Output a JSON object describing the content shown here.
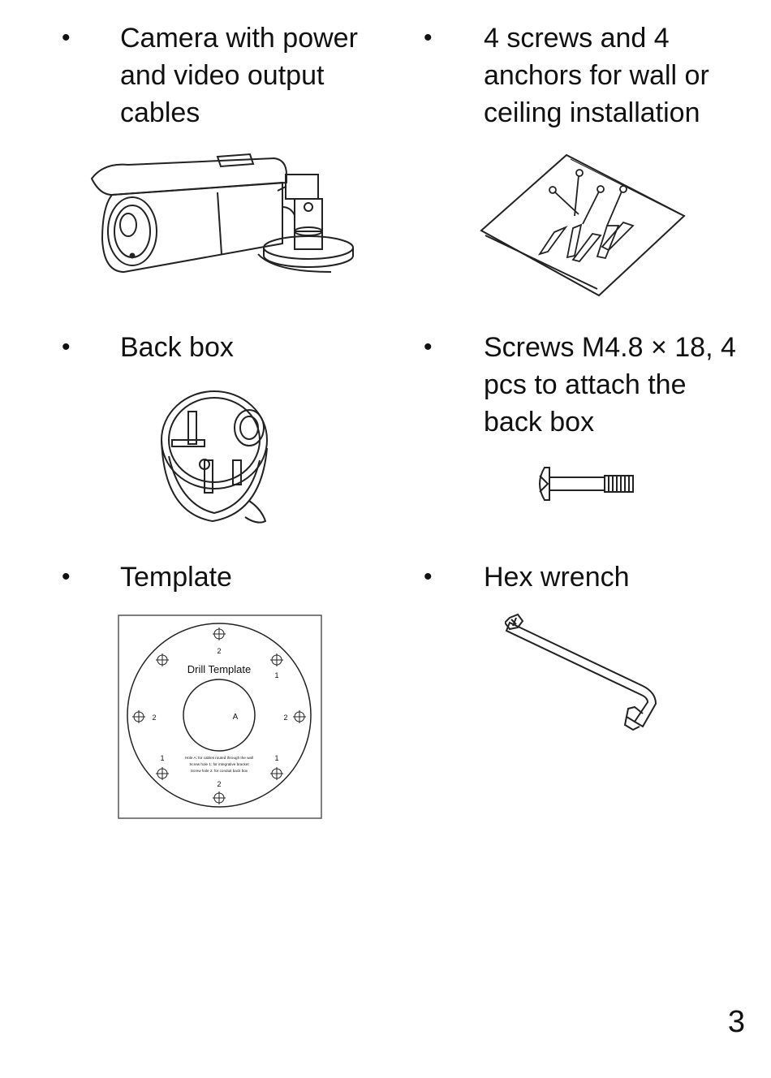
{
  "items": [
    {
      "bullet": "•",
      "text": "Camera with power and video output cables",
      "icon": "bullet-camera-illustration"
    },
    {
      "bullet": "•",
      "text": "4 screws and 4 anchors for wall or ceiling installation",
      "icon": "screws-anchors-bag-illustration"
    },
    {
      "bullet": "•",
      "text": "Back box",
      "icon": "back-box-illustration"
    },
    {
      "bullet": "•",
      "text": "Screws M4.8 × 18, 4 pcs to attach the back box",
      "icon": "screw-illustration"
    },
    {
      "bullet": "•",
      "text": "Template",
      "icon": "drill-template-illustration"
    },
    {
      "bullet": "•",
      "text": "Hex wrench",
      "icon": "hex-wrench-illustration"
    }
  ],
  "template": {
    "title": "Drill Template",
    "hole_a": "A",
    "hole_1": "1",
    "hole_2": "2",
    "note_line1": "Hole A: for cables routed through the wall",
    "note_line2": "Screw hole 1: for integrative bracket",
    "note_line3": "Screw hole 2: for conduit back box"
  },
  "page_number": "3"
}
